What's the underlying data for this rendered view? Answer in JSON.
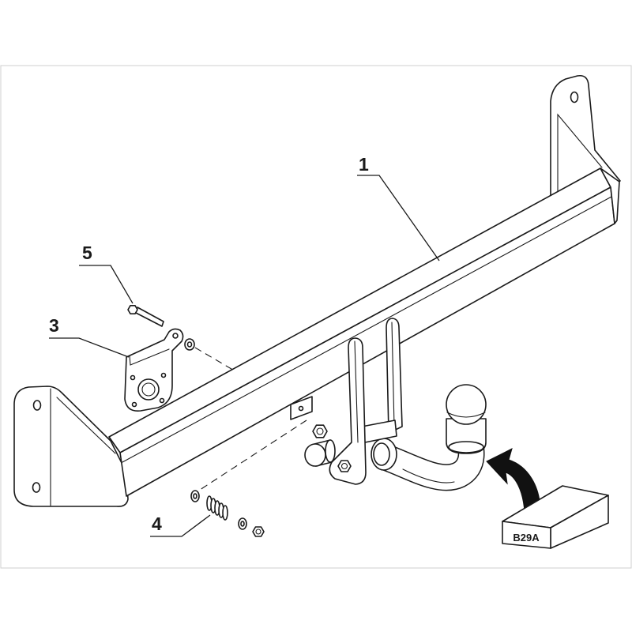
{
  "callouts": [
    {
      "id": "1",
      "label": "1"
    },
    {
      "id": "3",
      "label": "3"
    },
    {
      "id": "4",
      "label": "4"
    },
    {
      "id": "5",
      "label": "5"
    }
  ],
  "kit_box": {
    "label": "B29A"
  },
  "colors": {
    "line": "#1a1a1a",
    "fill": "#ffffff",
    "frame": "#cfcfcf",
    "arrow": "#111111"
  }
}
